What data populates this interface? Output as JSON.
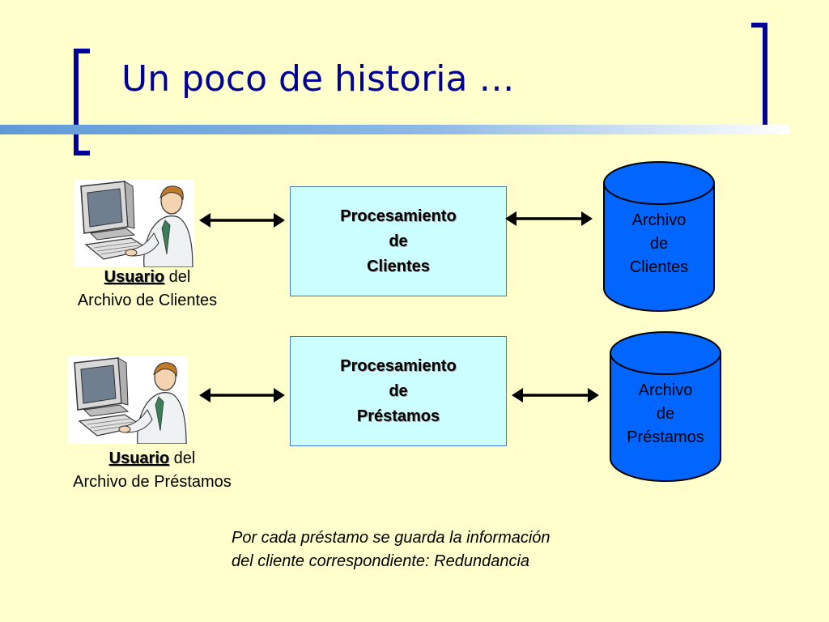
{
  "slide": {
    "title": "Un poco de historia …"
  },
  "rows": [
    {
      "process_lines": [
        "Procesamiento",
        "de",
        "Clientes"
      ],
      "user_label": "Usuario",
      "user_rest": " del",
      "user_line2": "Archivo de Clientes",
      "file_lines": [
        "Archivo",
        "de",
        "Clientes"
      ]
    },
    {
      "process_lines": [
        "Procesamiento",
        "de",
        "Préstamos"
      ],
      "user_label": "Usuario",
      "user_rest": " del",
      "user_line2": "Archivo de Préstamos",
      "file_lines": [
        "Archivo",
        "de",
        "Préstamos"
      ]
    }
  ],
  "note": {
    "line1": "Por cada préstamo se guarda la información",
    "line2": "del cliente correspondiente: Redundancia"
  },
  "icons": {
    "user": "user-at-computer-icon",
    "database": "database-cylinder-icon",
    "arrow": "double-headed-arrow"
  },
  "colors": {
    "background": "#ffffcc",
    "title": "#000099",
    "process_box": "#ccffff",
    "database": "#0066ff"
  }
}
